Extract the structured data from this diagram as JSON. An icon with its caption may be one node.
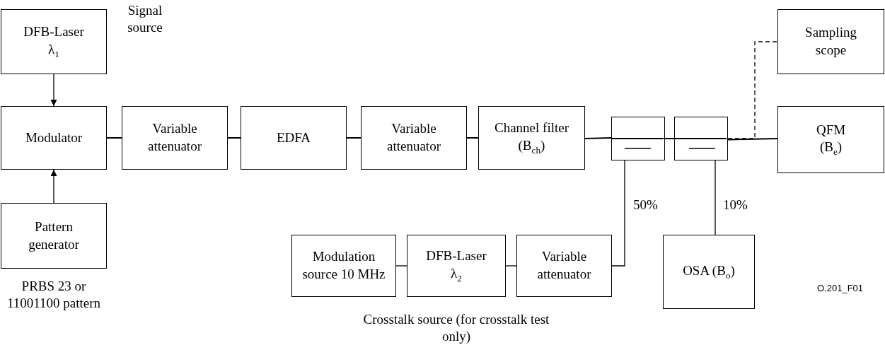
{
  "diagram": {
    "nodes": [
      {
        "text": [
          "DFB-Laser λ$_{1}$"
        ]
      },
      {
        "text": [
          "Sampling scope"
        ]
      },
      {
        "text": [
          "Modulator"
        ]
      },
      {
        "text": [
          "Variable attenuator"
        ]
      },
      {
        "text": [
          "EDFA"
        ]
      },
      {
        "text": [
          "Variable attenuator"
        ]
      },
      {
        "text": [
          "Channel filter (B$_{ch}$)"
        ]
      },
      {
        "text": [],
        "shape": "box"
      },
      {
        "text": [],
        "shape": "box"
      },
      {
        "text": [
          "QFM (B$_{e}$)"
        ]
      },
      {
        "text": [
          "Pattern generator"
        ],
        "beside": [
          "PRBS 23 or 11001100 pattern"
        ]
      },
      {
        "text": [
          "Modulation source 10 MHz"
        ]
      },
      {
        "text": [
          "DFB-Laser λ$_{2}$"
        ]
      },
      {
        "text": [
          "Variable attenuator"
        ]
      },
      {
        "text": [
          "OSA (B$_{o}$)"
        ]
      }
    ],
    "edges": [
      {
        "from": 0,
        "to": 2,
        "arrow": "to"
      },
      {
        "from": 10,
        "to": 2,
        "arrow": "to"
      },
      {
        "from": 2,
        "to": 3,
        "arrow": "none"
      },
      {
        "from": 3,
        "to": 4,
        "arrow": "none"
      },
      {
        "from": 4,
        "to": 5,
        "arrow": "none"
      },
      {
        "from": 5,
        "to": 6,
        "arrow": "none"
      },
      {
        "from": 6,
        "to": 7,
        "arrow": "none"
      },
      {
        "from": 7,
        "to": 8,
        "arrow": "none"
      },
      {
        "from": 8,
        "to": 9,
        "arrow": "none"
      },
      {
        "from": 13,
        "to": 7,
        "arrow": "none",
        "label": "50%"
      },
      {
        "from": 8,
        "to": 14,
        "arrow": "none",
        "label": "10%"
      },
      {
        "from": 11,
        "to": 12,
        "arrow": "none"
      },
      {
        "from": 12,
        "to": 13,
        "arrow": "none"
      },
      {
        "from": 8,
        "to": 1,
        "arrow": "none",
        "style": "dashed"
      }
    ],
    "labels": [
      "Signal source",
      "Crosstalk source (for crosstalk test only)",
      "O.201_F01"
    ]
  }
}
